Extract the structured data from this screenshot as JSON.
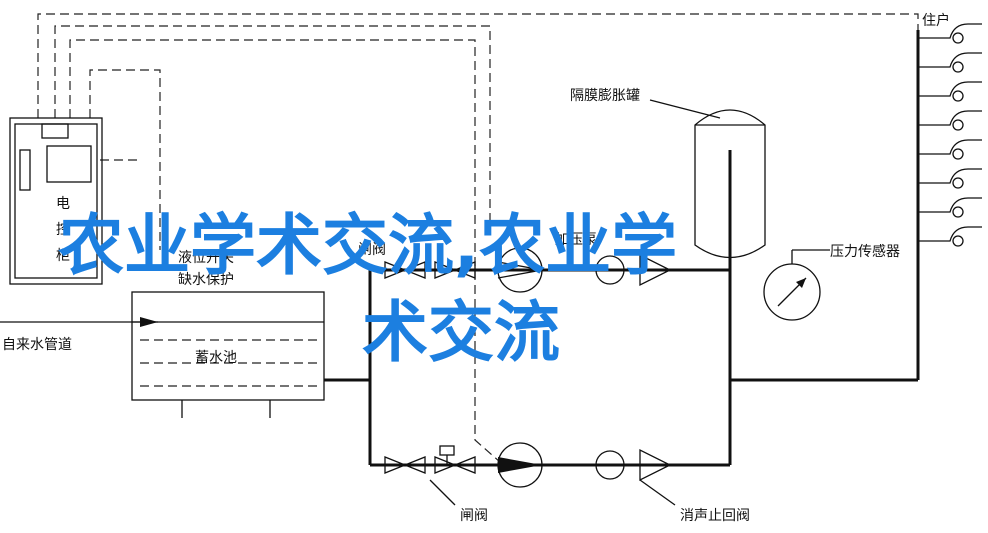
{
  "labels": {
    "residential": "住户",
    "expansion_tank": "隔膜膨胀罐",
    "water_level_switch": "液位开关",
    "water_shortage_protection": "缺水保护",
    "inflow_pipe": "自来水管道",
    "storage_tank": "蓄水池",
    "gate_valve_top": "闸阀",
    "pump": "加压泵",
    "pressure_sensor": "压力传感器",
    "gate_valve_bottom": "闸阀",
    "check_valve": "消声止回阀",
    "cabinet_line1": "电",
    "cabinet_line2": "控",
    "cabinet_line3": "柜"
  },
  "watermark": {
    "line1": "农业学术交流,农业学",
    "line2": "术交流"
  },
  "colors": {
    "watermark": "#1c7fe0",
    "lines": "#111111"
  }
}
